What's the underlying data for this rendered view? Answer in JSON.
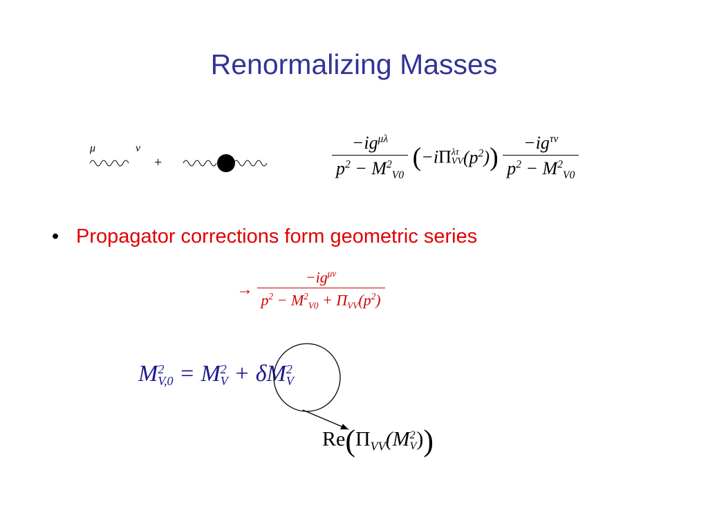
{
  "title": "Renormalizing Masses",
  "diagram": {
    "label_mu": "μ",
    "label_nu": "ν",
    "plus": "+"
  },
  "eq1": {
    "num_left": "−ig",
    "num_left_sup": "μλ",
    "den_left_p": "p",
    "den_left_p_sup": "2",
    "den_left_minus_M": "− M",
    "den_left_M_sup": "2",
    "den_left_M_sub": "V0",
    "mid_minus_i": "−i",
    "mid_pi": "Π",
    "mid_pi_sup": "λτ",
    "mid_pi_sub": "VV",
    "mid_arg": "(p",
    "mid_arg_sup": "2",
    "mid_arg_close": ")",
    "num_right": "−ig",
    "num_right_sup": "τν",
    "den_right_p": "p",
    "den_right_p_sup": "2",
    "den_right_minus_M": "− M",
    "den_right_M_sup": "2",
    "den_right_M_sub": "V0"
  },
  "bullet": {
    "text": "Propagator corrections form geometric series"
  },
  "eq2": {
    "arrow": "→",
    "num": "−ig",
    "num_sup": "μν",
    "den_p": "p",
    "den_p_sup": "2",
    "den_minus_M": "− M",
    "den_M_sup": "2",
    "den_M_sub": "V0",
    "den_plus_pi": "+ Π",
    "den_pi_sub": "VV",
    "den_arg": "(p",
    "den_arg_sup": "2",
    "den_arg_close": ")"
  },
  "eq3": {
    "M1": "M",
    "M1_sup": "2",
    "M1_sub": "V,0",
    "equals": "= M",
    "M2_sup": "2",
    "M2_sub": "V",
    "plus_delta": "+ δM",
    "M3_sup": "2",
    "M3_sub": "V"
  },
  "eq4": {
    "re": "Re",
    "pi": "Π",
    "pi_sub": "VV",
    "arg": "(M",
    "arg_sup": "2",
    "arg_sub": "V",
    "arg_close": ")"
  }
}
